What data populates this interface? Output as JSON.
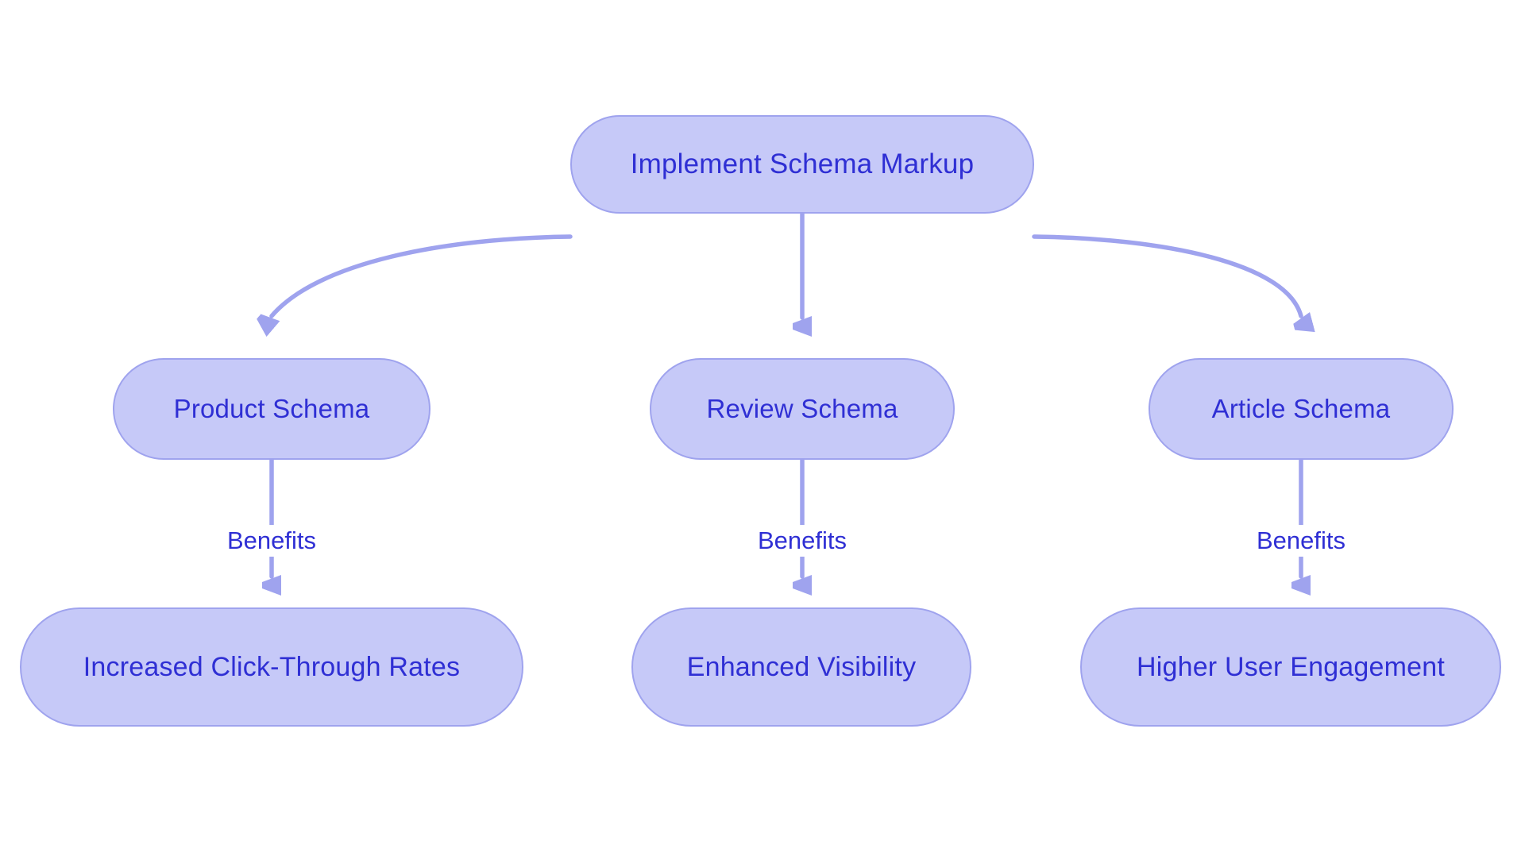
{
  "diagram": {
    "type": "flowchart",
    "title": "Implement Schema Markup",
    "background_color": "#ffffff",
    "node_fill_color": "#c6c9f8",
    "node_border_color": "#9fa3ee",
    "node_text_color": "#2f2fd4",
    "edge_color": "#9fa3ee",
    "nodes": [
      {
        "id": "root",
        "label": "Implement Schema Markup",
        "row": 0,
        "column": 1
      },
      {
        "id": "product",
        "label": "Product Schema",
        "row": 1,
        "column": 0
      },
      {
        "id": "review",
        "label": "Review Schema",
        "row": 1,
        "column": 1
      },
      {
        "id": "article",
        "label": "Article Schema",
        "row": 1,
        "column": 2
      },
      {
        "id": "ctr",
        "label": "Increased Click-Through Rates",
        "row": 2,
        "column": 0
      },
      {
        "id": "visibility",
        "label": "Enhanced Visibility",
        "row": 2,
        "column": 1
      },
      {
        "id": "engagement",
        "label": "Higher User Engagement",
        "row": 2,
        "column": 2
      }
    ],
    "edges": [
      {
        "from": "root",
        "to": "product",
        "label": ""
      },
      {
        "from": "root",
        "to": "review",
        "label": ""
      },
      {
        "from": "root",
        "to": "article",
        "label": ""
      },
      {
        "from": "product",
        "to": "ctr",
        "label": "Benefits"
      },
      {
        "from": "review",
        "to": "visibility",
        "label": "Benefits"
      },
      {
        "from": "article",
        "to": "engagement",
        "label": "Benefits"
      }
    ],
    "edge_labels": [
      {
        "id": "benefits-left",
        "text": "Benefits"
      },
      {
        "id": "benefits-center",
        "text": "Benefits"
      },
      {
        "id": "benefits-right",
        "text": "Benefits"
      }
    ]
  }
}
